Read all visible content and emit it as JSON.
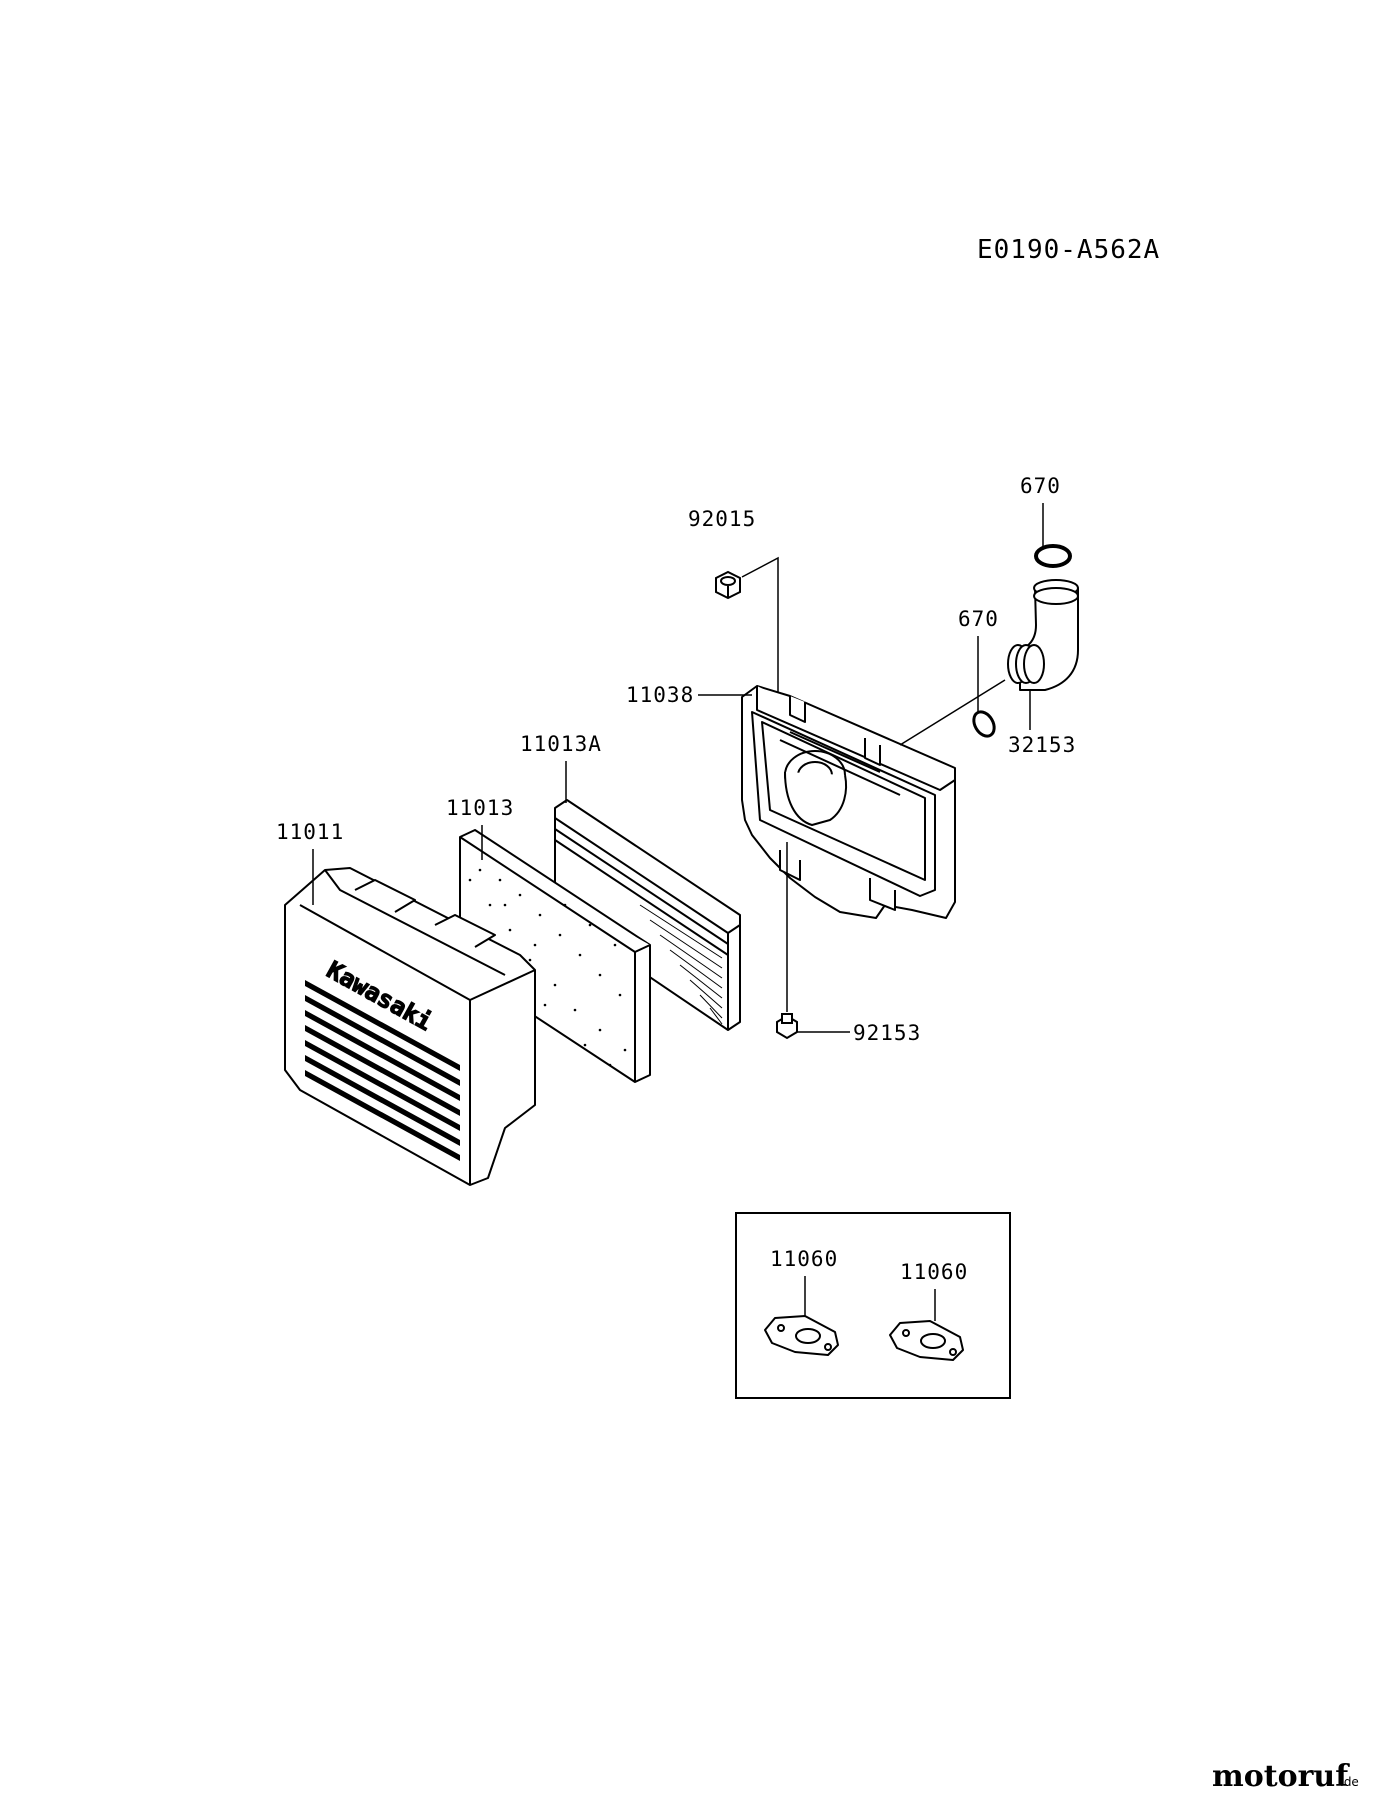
{
  "diagram": {
    "code": "E0190-A562A",
    "parts": {
      "p92015": "92015",
      "p670_top": "670",
      "p670_mid": "670",
      "p11038": "11038",
      "p32153": "32153",
      "p11013A": "11013A",
      "p11013": "11013",
      "p11011": "11011",
      "p92153": "92153",
      "p11060_a": "11060",
      "p11060_b": "11060"
    },
    "cover_brand": "Kawasaki"
  },
  "watermark": {
    "main": "motoruf",
    "suffix": ".de",
    "main_color": "#8b1a1a",
    "dot_color": "#c8a020"
  }
}
